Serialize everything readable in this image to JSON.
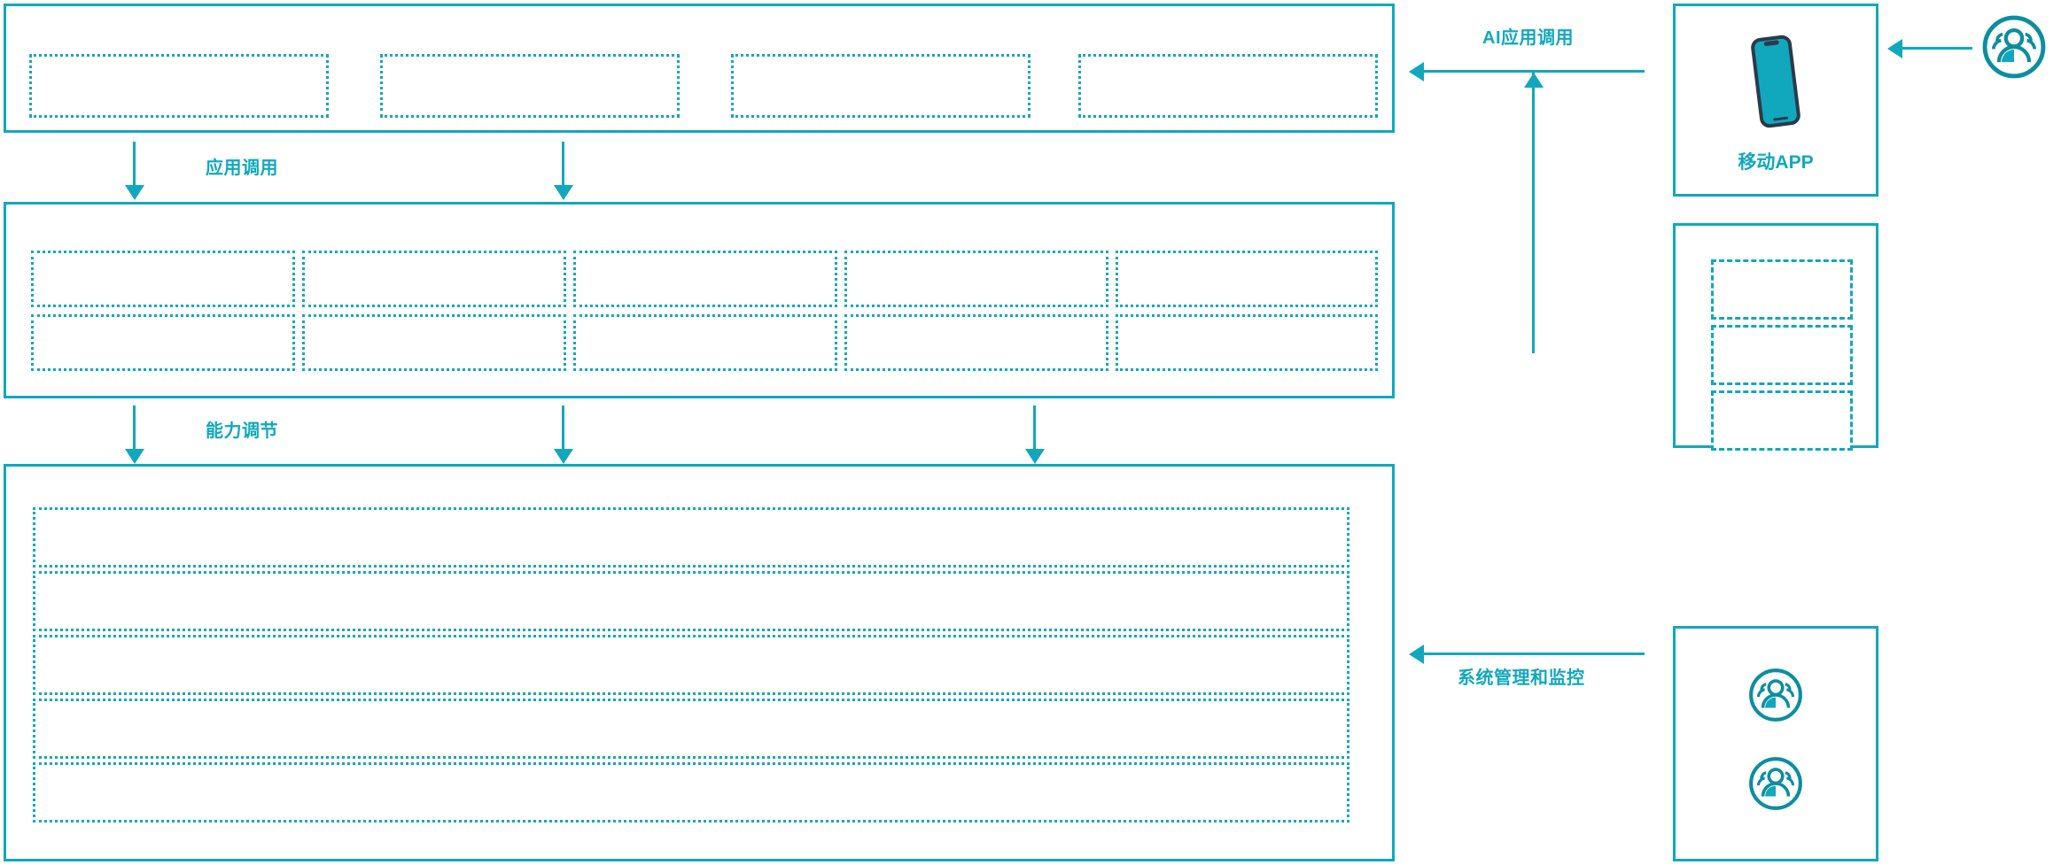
{
  "diagram": {
    "accent_color": "#11a8bd",
    "background_color": "#ffffff",
    "title": "",
    "layers": [
      {
        "name": "application-layer",
        "boxes": [
          {
            "label": ""
          },
          {
            "label": ""
          },
          {
            "label": ""
          },
          {
            "label": ""
          }
        ]
      },
      {
        "name": "capability-layer",
        "columns": [
          {
            "cells": [
              {
                "label": ""
              },
              {
                "label": ""
              }
            ]
          },
          {
            "cells": [
              {
                "label": ""
              },
              {
                "label": ""
              }
            ]
          },
          {
            "cells": [
              {
                "label": ""
              },
              {
                "label": ""
              }
            ]
          },
          {
            "cells": [
              {
                "label": ""
              },
              {
                "label": ""
              }
            ]
          },
          {
            "cells": [
              {
                "label": ""
              },
              {
                "label": ""
              }
            ]
          }
        ]
      },
      {
        "name": "platform-layer",
        "rows": [
          {
            "label": ""
          },
          {
            "label": ""
          },
          {
            "label": ""
          },
          {
            "label": ""
          },
          {
            "label": ""
          }
        ]
      }
    ],
    "flow_labels": {
      "app_invoke": "应用调用",
      "capability_tune": "能力调节",
      "ai_app_invoke": "AI应用调用",
      "system_admin_monitor": "系统管理和监控"
    },
    "right_panels": [
      {
        "name": "mobile-app-panel",
        "caption": "移动APP",
        "icon": "smartphone-icon"
      },
      {
        "name": "channel-panel",
        "caption": "",
        "items": [
          {
            "label": ""
          },
          {
            "label": ""
          },
          {
            "label": ""
          }
        ]
      },
      {
        "name": "operations-panel",
        "caption": "",
        "icons": [
          "user-group-icon",
          "user-group-icon"
        ]
      }
    ],
    "actors": [
      {
        "name": "end-user-actor",
        "icon": "user-group-icon",
        "label": ""
      }
    ]
  }
}
